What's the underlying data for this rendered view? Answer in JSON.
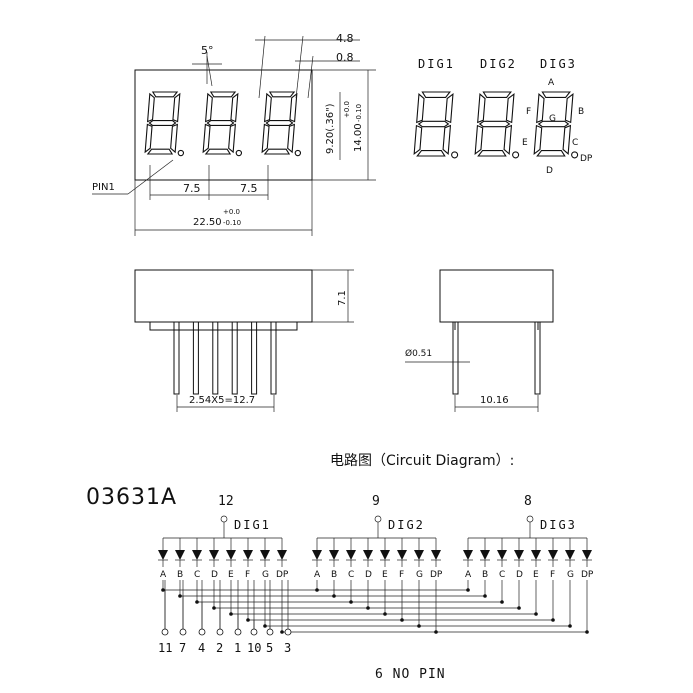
{
  "front": {
    "angle": "5°",
    "dim_48": "4.8",
    "dim_08": "0.8",
    "digit_height": "9.20(.36\")",
    "tol_plus": "+0.0",
    "tol_minus": "-0.10",
    "height": "14.00",
    "pitch_a": "7.5",
    "pitch_b": "7.5",
    "width": "22.50",
    "pin1": "PIN1"
  },
  "digits": {
    "labels": [
      "DIG1",
      "DIG2",
      "DIG3"
    ],
    "seg_labels": {
      "a": "A",
      "b": "B",
      "c": "C",
      "d": "D",
      "e": "E",
      "f": "F",
      "g": "G",
      "dp": "DP"
    }
  },
  "side": {
    "body_height": "7.1",
    "pin_pitch": "2.54X5=12.7",
    "pin_diameter": "Ø0.51",
    "row_spacing": "10.16"
  },
  "circuit": {
    "heading": "电路图（Circuit Diagram）:",
    "part": "03631A",
    "commons": [
      {
        "pin": "12",
        "label": "DIG1"
      },
      {
        "pin": "9",
        "label": "DIG2"
      },
      {
        "pin": "8",
        "label": "DIG3"
      }
    ],
    "segments": [
      "A",
      "B",
      "C",
      "D",
      "E",
      "F",
      "G",
      "DP"
    ],
    "bottom_pins": [
      "11",
      "7",
      "4",
      "2",
      "1",
      "10",
      "5",
      "3"
    ],
    "note": "6 NO PIN"
  },
  "colors": {
    "ink": "#111111",
    "paper": "#ffffff"
  }
}
